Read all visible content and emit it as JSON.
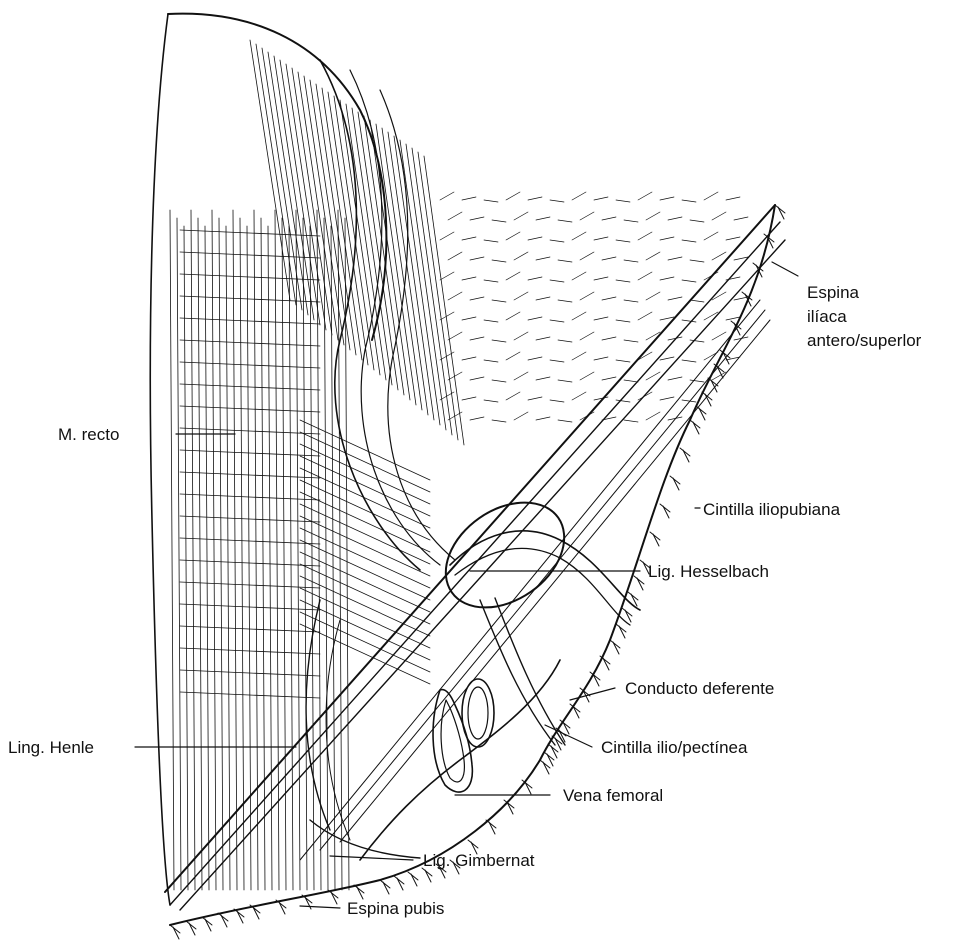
{
  "figure": {
    "ink_color": "#111111",
    "background": "#ffffff"
  },
  "labels": {
    "espina_iliaca_line1": "Espina",
    "espina_iliaca_line2": "ilíaca",
    "espina_iliaca_line3": "antero/superlor",
    "m_recto": "M. recto",
    "cintilla_iliopubiana": "Cintilla iliopubiana",
    "lig_hesselbach": "Lig. Hesselbach",
    "conducto_deferente": "Conducto deferente",
    "ling_henle": "Ling. Henle",
    "cintilla_ilio_pectinea": "Cintilla ilio/pectínea",
    "vena_femoral": "Vena femoral",
    "lig_gimbernat": "Lig. Gimbernat",
    "espina_pubis": "Espina pubis"
  }
}
